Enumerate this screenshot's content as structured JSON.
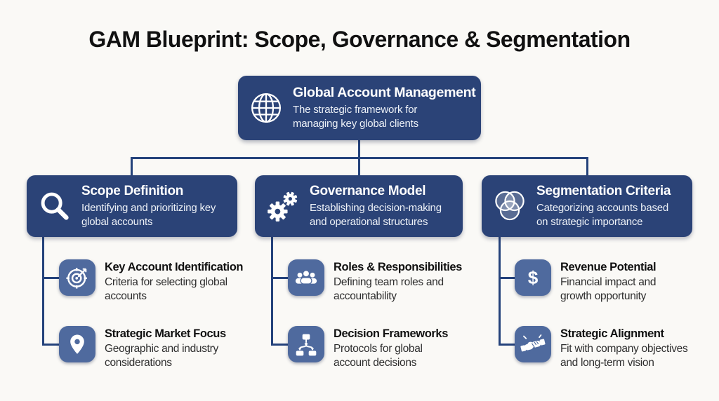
{
  "title": "GAM Blueprint: Scope, Governance & Segmentation",
  "root": {
    "title": "Global Account Management",
    "description": "The strategic framework for\nmanaging key global clients",
    "icon": "globe-icon"
  },
  "branches": [
    {
      "title": "Scope Definition",
      "description": "Identifying and prioritizing key\nglobal accounts",
      "icon": "search-icon",
      "children": [
        {
          "title": "Key Account Identification",
          "description": "Criteria for selecting global\naccounts",
          "icon": "target-icon"
        },
        {
          "title": "Strategic Market Focus",
          "description": "Geographic and industry\nconsiderations",
          "icon": "map-pin-icon"
        }
      ]
    },
    {
      "title": "Governance Model",
      "description": "Establishing decision-making\nand operational structures",
      "icon": "gears-icon",
      "children": [
        {
          "title": "Roles & Responsibilities",
          "description": "Defining team roles and\naccountability",
          "icon": "team-icon"
        },
        {
          "title": "Decision Frameworks",
          "description": "Protocols for global\naccount decisions",
          "icon": "flowchart-icon"
        }
      ]
    },
    {
      "title": "Segmentation Criteria",
      "description": "Categorizing accounts based\non strategic importance",
      "icon": "venn-icon",
      "children": [
        {
          "title": "Revenue Potential",
          "description": "Financial impact and\ngrowth opportunity",
          "icon": "dollar-icon"
        },
        {
          "title": "Strategic Alignment",
          "description": "Fit with company objectives\nand long-term vision",
          "icon": "handshake-icon"
        }
      ]
    }
  ],
  "colors": {
    "navy": "#2b4377",
    "tile": "#4f6a9e",
    "line": "#24427b",
    "bg": "#faf9f6",
    "heading": "#111111",
    "body": "#2e2e2e",
    "boxtext": "#edf1f7"
  }
}
